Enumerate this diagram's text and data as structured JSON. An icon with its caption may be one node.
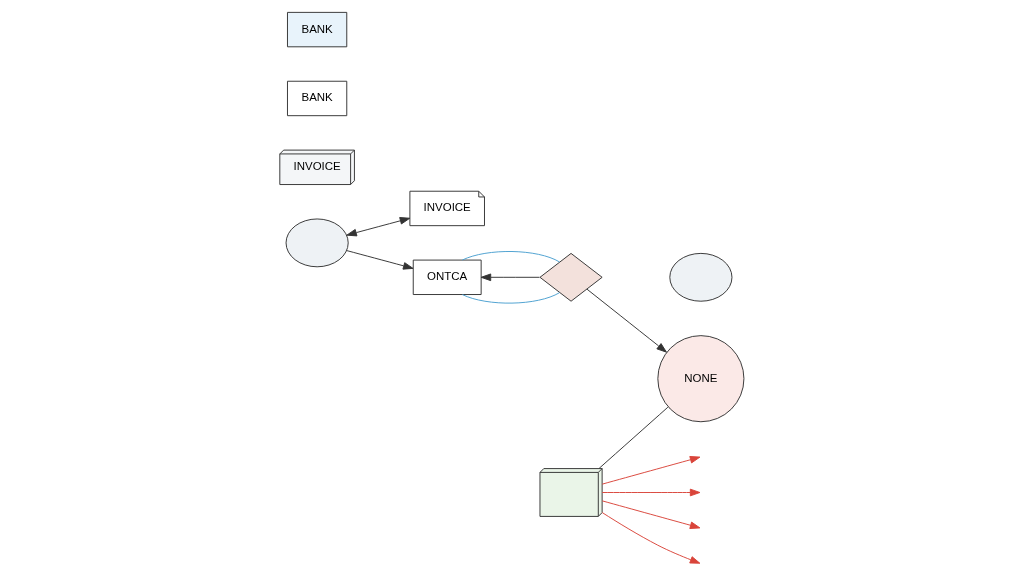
{
  "diagram": {
    "nodes": [
      {
        "text": [
          "INVOICE"
        ]
      },
      {
        "text": [
          "INVOICE"
        ]
      },
      {
        "text": [],
        "shape": "cloud"
      },
      {
        "text": [
          "ONTCA"
        ]
      },
      {
        "text": [],
        "shape": "diamond"
      },
      {
        "text": [
          "NONE"
        ]
      },
      {
        "text": [],
        "shape": "cloud"
      },
      {
        "text": [],
        "shape": "picture"
      },
      {
        "text": [
          "BANK"
        ]
      },
      {
        "text": [
          "BANK"
        ]
      }
    ],
    "edges": [
      {
        "from": 2,
        "to": 0,
        "arrow": "both"
      },
      {
        "from": 2,
        "to": 3,
        "arrow": "to"
      },
      {
        "from": 4,
        "to": 3,
        "arrow": "to"
      },
      {
        "from": 3,
        "to": 4,
        "arrow": "none",
        "color": "#4a9fd0"
      },
      {
        "from": 3,
        "to": 4,
        "arrow": "none",
        "color": "#4a9fd0"
      },
      {
        "from": 4,
        "to": 5,
        "arrow": "to"
      },
      {
        "from": 7,
        "to": 5,
        "arrow": "none"
      },
      {
        "from": 7,
        "to": null,
        "arrow": "to",
        "color": "#d9443a"
      },
      {
        "from": 7,
        "to": null,
        "arrow": "to",
        "color": "#d9443a"
      },
      {
        "from": 7,
        "to": null,
        "arrow": "to",
        "color": "#d9443a"
      },
      {
        "from": 7,
        "to": null,
        "arrow": "to",
        "color": "#d9443a"
      }
    ]
  }
}
